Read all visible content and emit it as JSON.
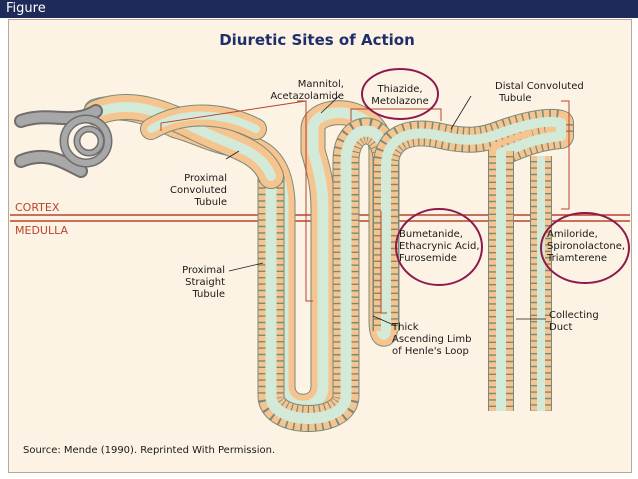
{
  "header": {
    "label": "Figure"
  },
  "diagram": {
    "title": "Diuretic Sites of Action",
    "zones": {
      "cortex": "CORTEX",
      "medulla": "MEDULLA"
    },
    "drug_labels": {
      "mannitol": [
        "Mannitol,",
        "Acetazolamide"
      ],
      "thiazide": [
        "Thiazide,",
        "Metolazone"
      ],
      "bumetanide": [
        "Bumetanide,",
        "Ethacrynic Acid,",
        "Furosemide"
      ],
      "amiloride": [
        "Amiloride,",
        "Spironolactone,",
        "Triamterene"
      ]
    },
    "segment_labels": {
      "distal": [
        "Distal Convoluted",
        "Tubule"
      ],
      "proximal_convoluted": [
        "Proximal",
        "Convoluted",
        "Tubule"
      ],
      "proximal_straight": [
        "Proximal",
        "Straight",
        "Tubule"
      ],
      "thick_ascending": [
        "Thick",
        "Ascending Limb",
        "of Henle's Loop"
      ],
      "collecting": [
        "Collecting",
        "Duct"
      ]
    },
    "source": "Source: Mende (1990). Reprinted With Permission.",
    "colors": {
      "tubule_wall": "#f6c48e",
      "tubule_lumen": "#d4ead9",
      "outline": "#7a8a7a",
      "zone_line": "#b8452c",
      "circle": "#8c1a4c",
      "title": "#1f2f6b",
      "header_bar": "#1e2a5a",
      "glomerulus": "#a8a8a8"
    }
  }
}
